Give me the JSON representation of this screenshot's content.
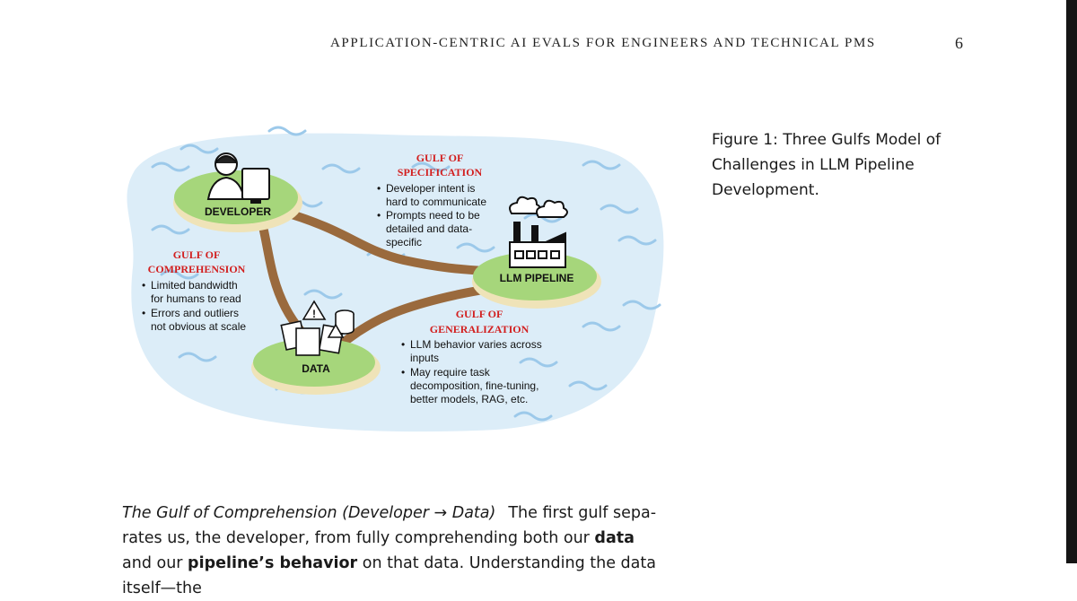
{
  "header": {
    "running_title": "APPLICATION-CENTRIC AI EVALS FOR ENGINEERS AND TECHNICAL PMS",
    "page_number": "6"
  },
  "figure": {
    "nodes": {
      "developer": "DEVELOPER",
      "llm_pipeline": "LLM PIPELINE",
      "data": "DATA"
    },
    "gulfs": {
      "specification": {
        "title_lines": [
          "GULF OF",
          "SPECIFICATION"
        ],
        "bullets": [
          [
            "Developer intent is",
            "hard to communicate"
          ],
          [
            "Prompts need to be",
            "detailed and data-",
            "specific"
          ]
        ]
      },
      "comprehension": {
        "title_lines": [
          "GULF OF",
          "COMPREHENSION"
        ],
        "bullets": [
          [
            "Limited bandwidth",
            "for humans to read"
          ],
          [
            "Errors and outliers",
            "not obvious at scale"
          ]
        ]
      },
      "generalization": {
        "title_lines": [
          "GULF OF",
          "GENERALIZATION"
        ],
        "bullets": [
          [
            "LLM behavior varies across",
            "inputs"
          ],
          [
            "May require task",
            "decomposition, fine-tuning,",
            "better models, RAG, etc."
          ]
        ]
      }
    },
    "colors": {
      "water": "#dcedf8",
      "wave": "#9cc9ea",
      "island": "#a6d67b",
      "sand": "#efe3b8",
      "path": "#9a6a3d",
      "gulf_title": "#d21f1f"
    },
    "caption": "Figure 1: Three Gulfs Model of Challenges in LLM Pipeline Development."
  },
  "body": {
    "heading_italic": "The Gulf of Comprehension (Developer → Data)",
    "text_lead": "The first gulf sepa- rates us, the developer, from fully comprehending both our ",
    "bold1": "data",
    "text_mid": " and our ",
    "bold2": "pipeline’s behavior",
    "text_tail": " on that data. Understanding the data itself—the"
  }
}
